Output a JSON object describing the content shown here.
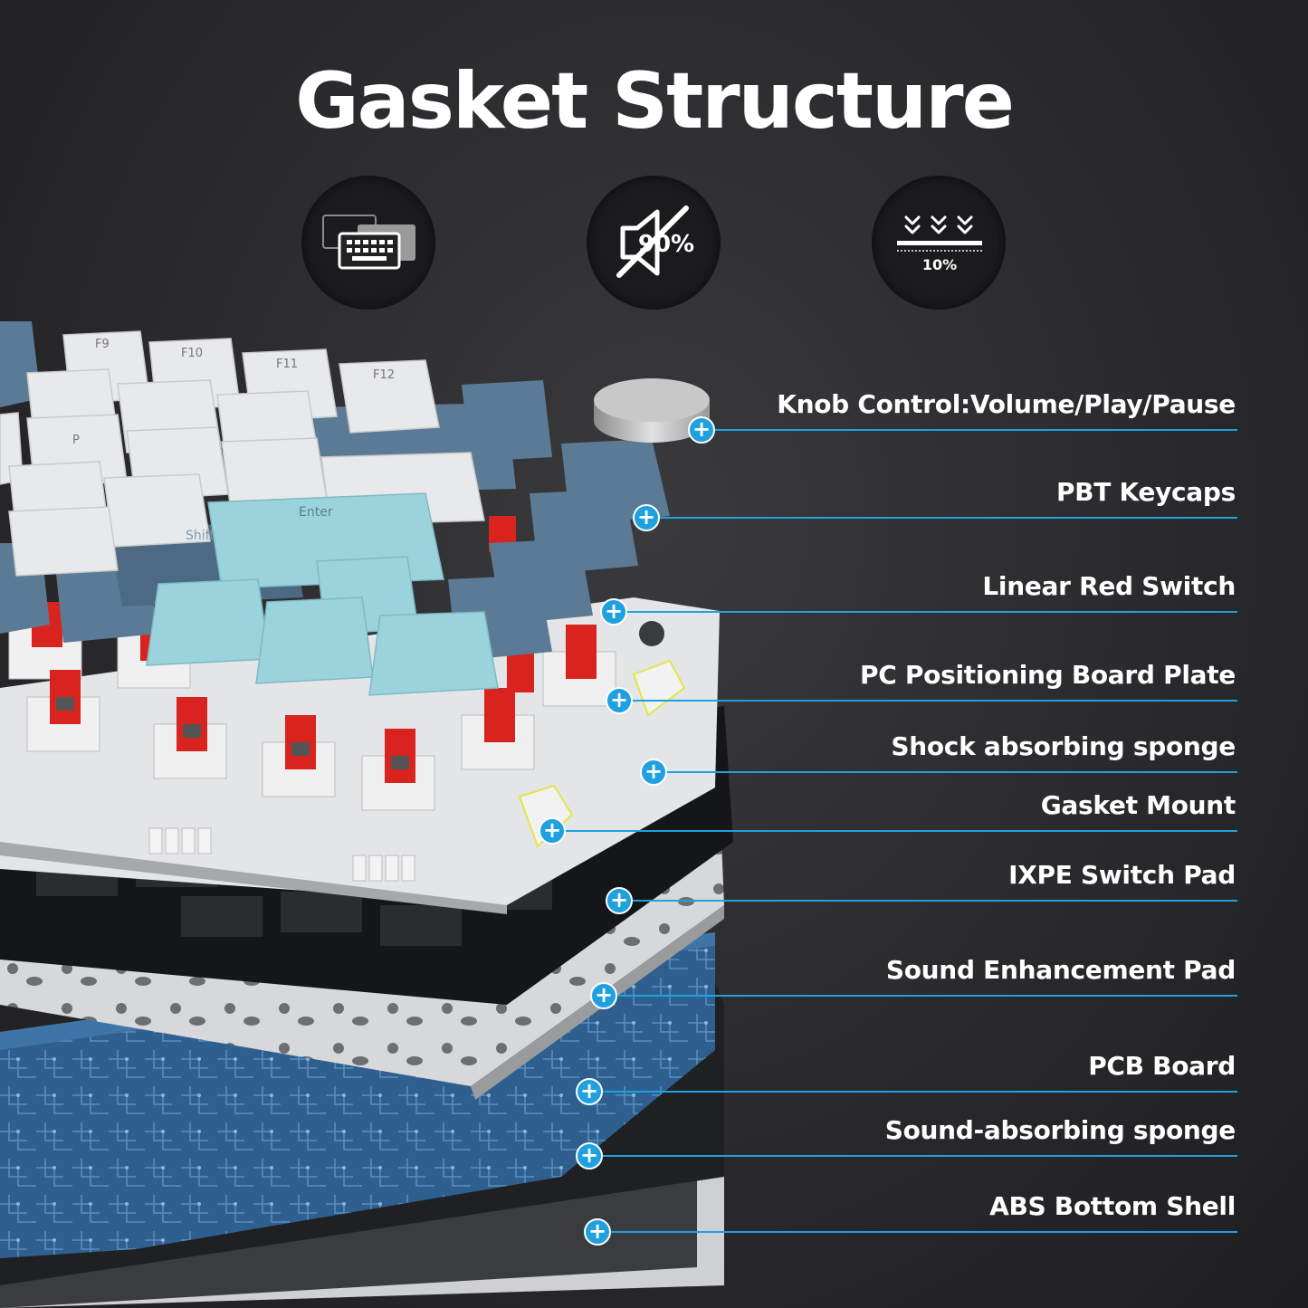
{
  "title": "Gasket Structure",
  "feature_icons": [
    {
      "name": "keyboard-icon",
      "text": ""
    },
    {
      "name": "noise-reduction-icon",
      "text": "90%"
    },
    {
      "name": "compression-icon",
      "text": "10%"
    }
  ],
  "keycap_legends": [
    "F9",
    "F10",
    "F11",
    "F12",
    "P",
    "Enter",
    "Shift"
  ],
  "components": [
    {
      "label": "Knob Control:Volume/Play/Pause"
    },
    {
      "label": "PBT Keycaps"
    },
    {
      "label": "Linear Red Switch"
    },
    {
      "label": "PC Positioning Board Plate"
    },
    {
      "label": "Shock absorbing sponge"
    },
    {
      "label": "Gasket Mount"
    },
    {
      "label": "IXPE Switch Pad"
    },
    {
      "label": "Sound Enhancement Pad"
    },
    {
      "label": "PCB Board"
    },
    {
      "label": "Sound-absorbing sponge"
    },
    {
      "label": "ABS Bottom Shell"
    }
  ],
  "colors": {
    "accent": "#1fa1e0",
    "switch_red": "#d8231f",
    "keycap_white": "#e8e9ea",
    "keycap_blue": "#5b7a96",
    "keycap_cyan": "#9bd3dc",
    "pcb_blue": "#2e5f8f"
  }
}
